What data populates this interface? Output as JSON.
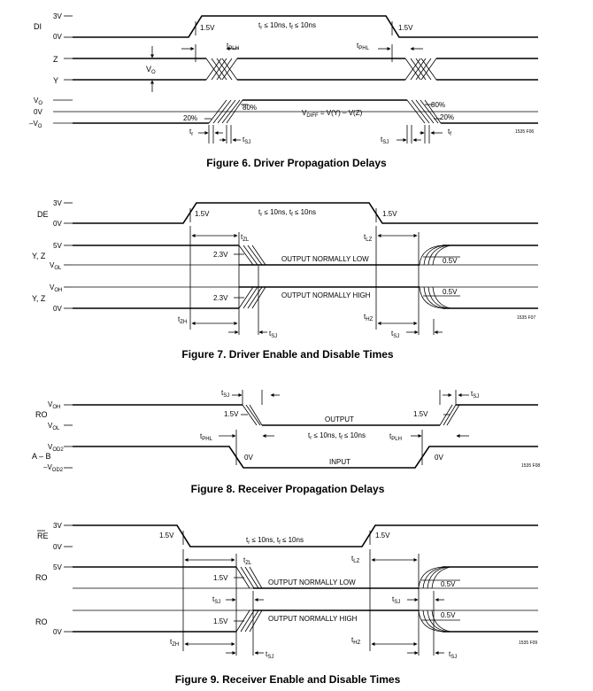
{
  "figure6": {
    "caption": "Figure 6. Driver Propagation Delays",
    "di_label": "DI",
    "lv_3v": "3V",
    "lv_0v": "0V",
    "z_label": "Z",
    "y_label": "Y",
    "vo_label": "V",
    "vo_sub": "O",
    "vo_pos": "V",
    "vo_pos_sub": "O",
    "diff_0v": "0V",
    "vo_neg": "–V",
    "vo_neg_sub": "O",
    "v15_left": "1.5V",
    "v15_right": "1.5V",
    "tr_tf_t1": "t",
    "tr_tf_s1": "r",
    "tr_tf_m": " ≤ 10ns, t",
    "tr_tf_s2": "f",
    "tr_tf_e": " ≤ 10ns",
    "tplh_t": "t",
    "tplh_s": "PLH",
    "tphl_t": "t",
    "tphl_s": "PHL",
    "vdiff_t1": "V",
    "vdiff_s1": "DIFF",
    "vdiff_e": " = V(Y) – V(Z)",
    "pct80_left": "80%",
    "pct20_left": "20%",
    "pct80_right": "80%",
    "pct20_right": "20%",
    "tr_left_t": "t",
    "tr_left_s": "r",
    "tf_right_t": "t",
    "tf_right_s": "f",
    "tsj_left_t": "t",
    "tsj_left_s": "SJ",
    "tsj_right_t": "t",
    "tsj_right_s": "SJ",
    "ref": "1535 F06"
  },
  "figure7": {
    "caption": "Figure 7. Driver Enable and Disable Times",
    "de_label": "DE",
    "lv_3v": "3V",
    "lv_0v": "0V",
    "yz1_label": "Y, Z",
    "lv_5v": "5V",
    "vol_t": "V",
    "vol_s": "OL",
    "yz2_label": "Y, Z",
    "voh_t": "V",
    "voh_s": "OH",
    "lv_0v_b": "0V",
    "v15_left": "1.5V",
    "v15_right": "1.5V",
    "tr_tf_t1": "t",
    "tr_tf_s1": "r",
    "tr_tf_m": " ≤ 10ns, t",
    "tr_tf_s2": "f",
    "tr_tf_e": " ≤ 10ns",
    "tzl_t": "t",
    "tzl_s": "ZL",
    "tlz_t": "t",
    "tlz_s": "LZ",
    "v23_top": "2.3V",
    "v23_bot": "2.3V",
    "out_low": "OUTPUT NORMALLY LOW",
    "out_high": "OUTPUT NORMALLY HIGH",
    "v05_top": "0.5V",
    "v05_bot": "0.5V",
    "tzh_t": "t",
    "tzh_s": "ZH",
    "thz_t": "t",
    "thz_s": "HZ",
    "tsj_left_t": "t",
    "tsj_left_s": "SJ",
    "tsj_right_t": "t",
    "tsj_right_s": "SJ",
    "ref": "1535 F07"
  },
  "figure8": {
    "caption": "Figure 8. Receiver Propagation Delays",
    "ro_label": "RO",
    "voh_t": "V",
    "voh_s": "OH",
    "vol_t": "V",
    "vol_s": "OL",
    "ab_label": "A – B",
    "vod2_t": "V",
    "vod2_s": "OD2",
    "nvod2_t": "–V",
    "nvod2_s": "OD2",
    "tsj_left_t": "t",
    "tsj_left_s": "SJ",
    "tsj_right_t": "t",
    "tsj_right_s": "SJ",
    "v15_left": "1.5V",
    "v15_right": "1.5V",
    "output": "OUTPUT",
    "input": "INPUT",
    "tr_tf_t1": "t",
    "tr_tf_s1": "r",
    "tr_tf_m": " ≤ 10ns, t",
    "tr_tf_s2": "f",
    "tr_tf_e": " ≤ 10ns",
    "tphl_t": "t",
    "tphl_s": "PHL",
    "tplh_t": "t",
    "tplh_s": "PLH",
    "v0_left": "0V",
    "v0_right": "0V",
    "ref": "1535 F08"
  },
  "figure9": {
    "caption": "Figure 9. Receiver Enable and Disable Times",
    "re_label": "RE",
    "lv_3v": "3V",
    "lv_0v": "0V",
    "ro1_label": "RO",
    "lv_5v": "5V",
    "ro2_label": "RO",
    "lv_0v_b": "0V",
    "v15_left": "1.5V",
    "v15_right": "1.5V",
    "tr_tf_t1": "t",
    "tr_tf_s1": "r",
    "tr_tf_m": " ≤ 10ns, t",
    "tr_tf_s2": "f",
    "tr_tf_e": " ≤ 10ns",
    "tzl_t": "t",
    "tzl_s": "ZL",
    "tlz_t": "t",
    "tlz_s": "LZ",
    "v15_top": "1.5V",
    "v15_bot": "1.5V",
    "out_low": "OUTPUT NORMALLY LOW",
    "out_high": "OUTPUT NORMALLY HIGH",
    "v05_top": "0.5V",
    "v05_bot": "0.5V",
    "tsj_a_t": "t",
    "tsj_a_s": "SJ",
    "tsj_b_t": "t",
    "tsj_b_s": "SJ",
    "tzh_t": "t",
    "tzh_s": "ZH",
    "thz_t": "t",
    "thz_s": "HZ",
    "tsj_c_t": "t",
    "tsj_c_s": "SJ",
    "tsj_d_t": "t",
    "tsj_d_s": "SJ",
    "ref": "1535 F09"
  }
}
